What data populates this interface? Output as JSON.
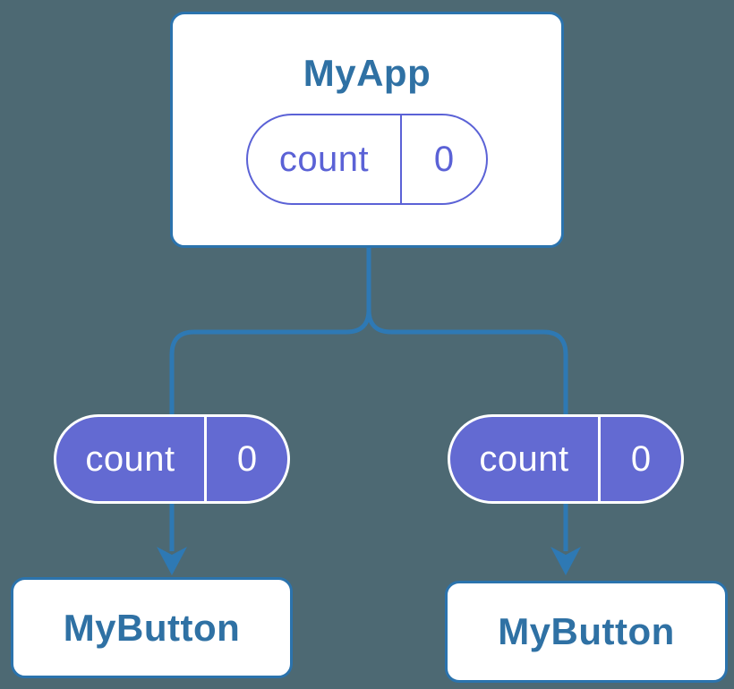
{
  "diagram": {
    "root": {
      "title": "MyApp",
      "pill": {
        "label": "count",
        "value": "0"
      }
    },
    "children": [
      {
        "pill": {
          "label": "count",
          "value": "0"
        },
        "title": "MyButton"
      },
      {
        "pill": {
          "label": "count",
          "value": "0"
        },
        "title": "MyButton"
      }
    ]
  },
  "colors": {
    "background": "#4d6973",
    "connector": "#2e79b4",
    "card_border": "#2b73ad",
    "card_text": "#2f71a4",
    "pill_outline": "#5b62d6",
    "pill_fill": "#636ad2",
    "pill_fill_text": "#ffffff"
  }
}
